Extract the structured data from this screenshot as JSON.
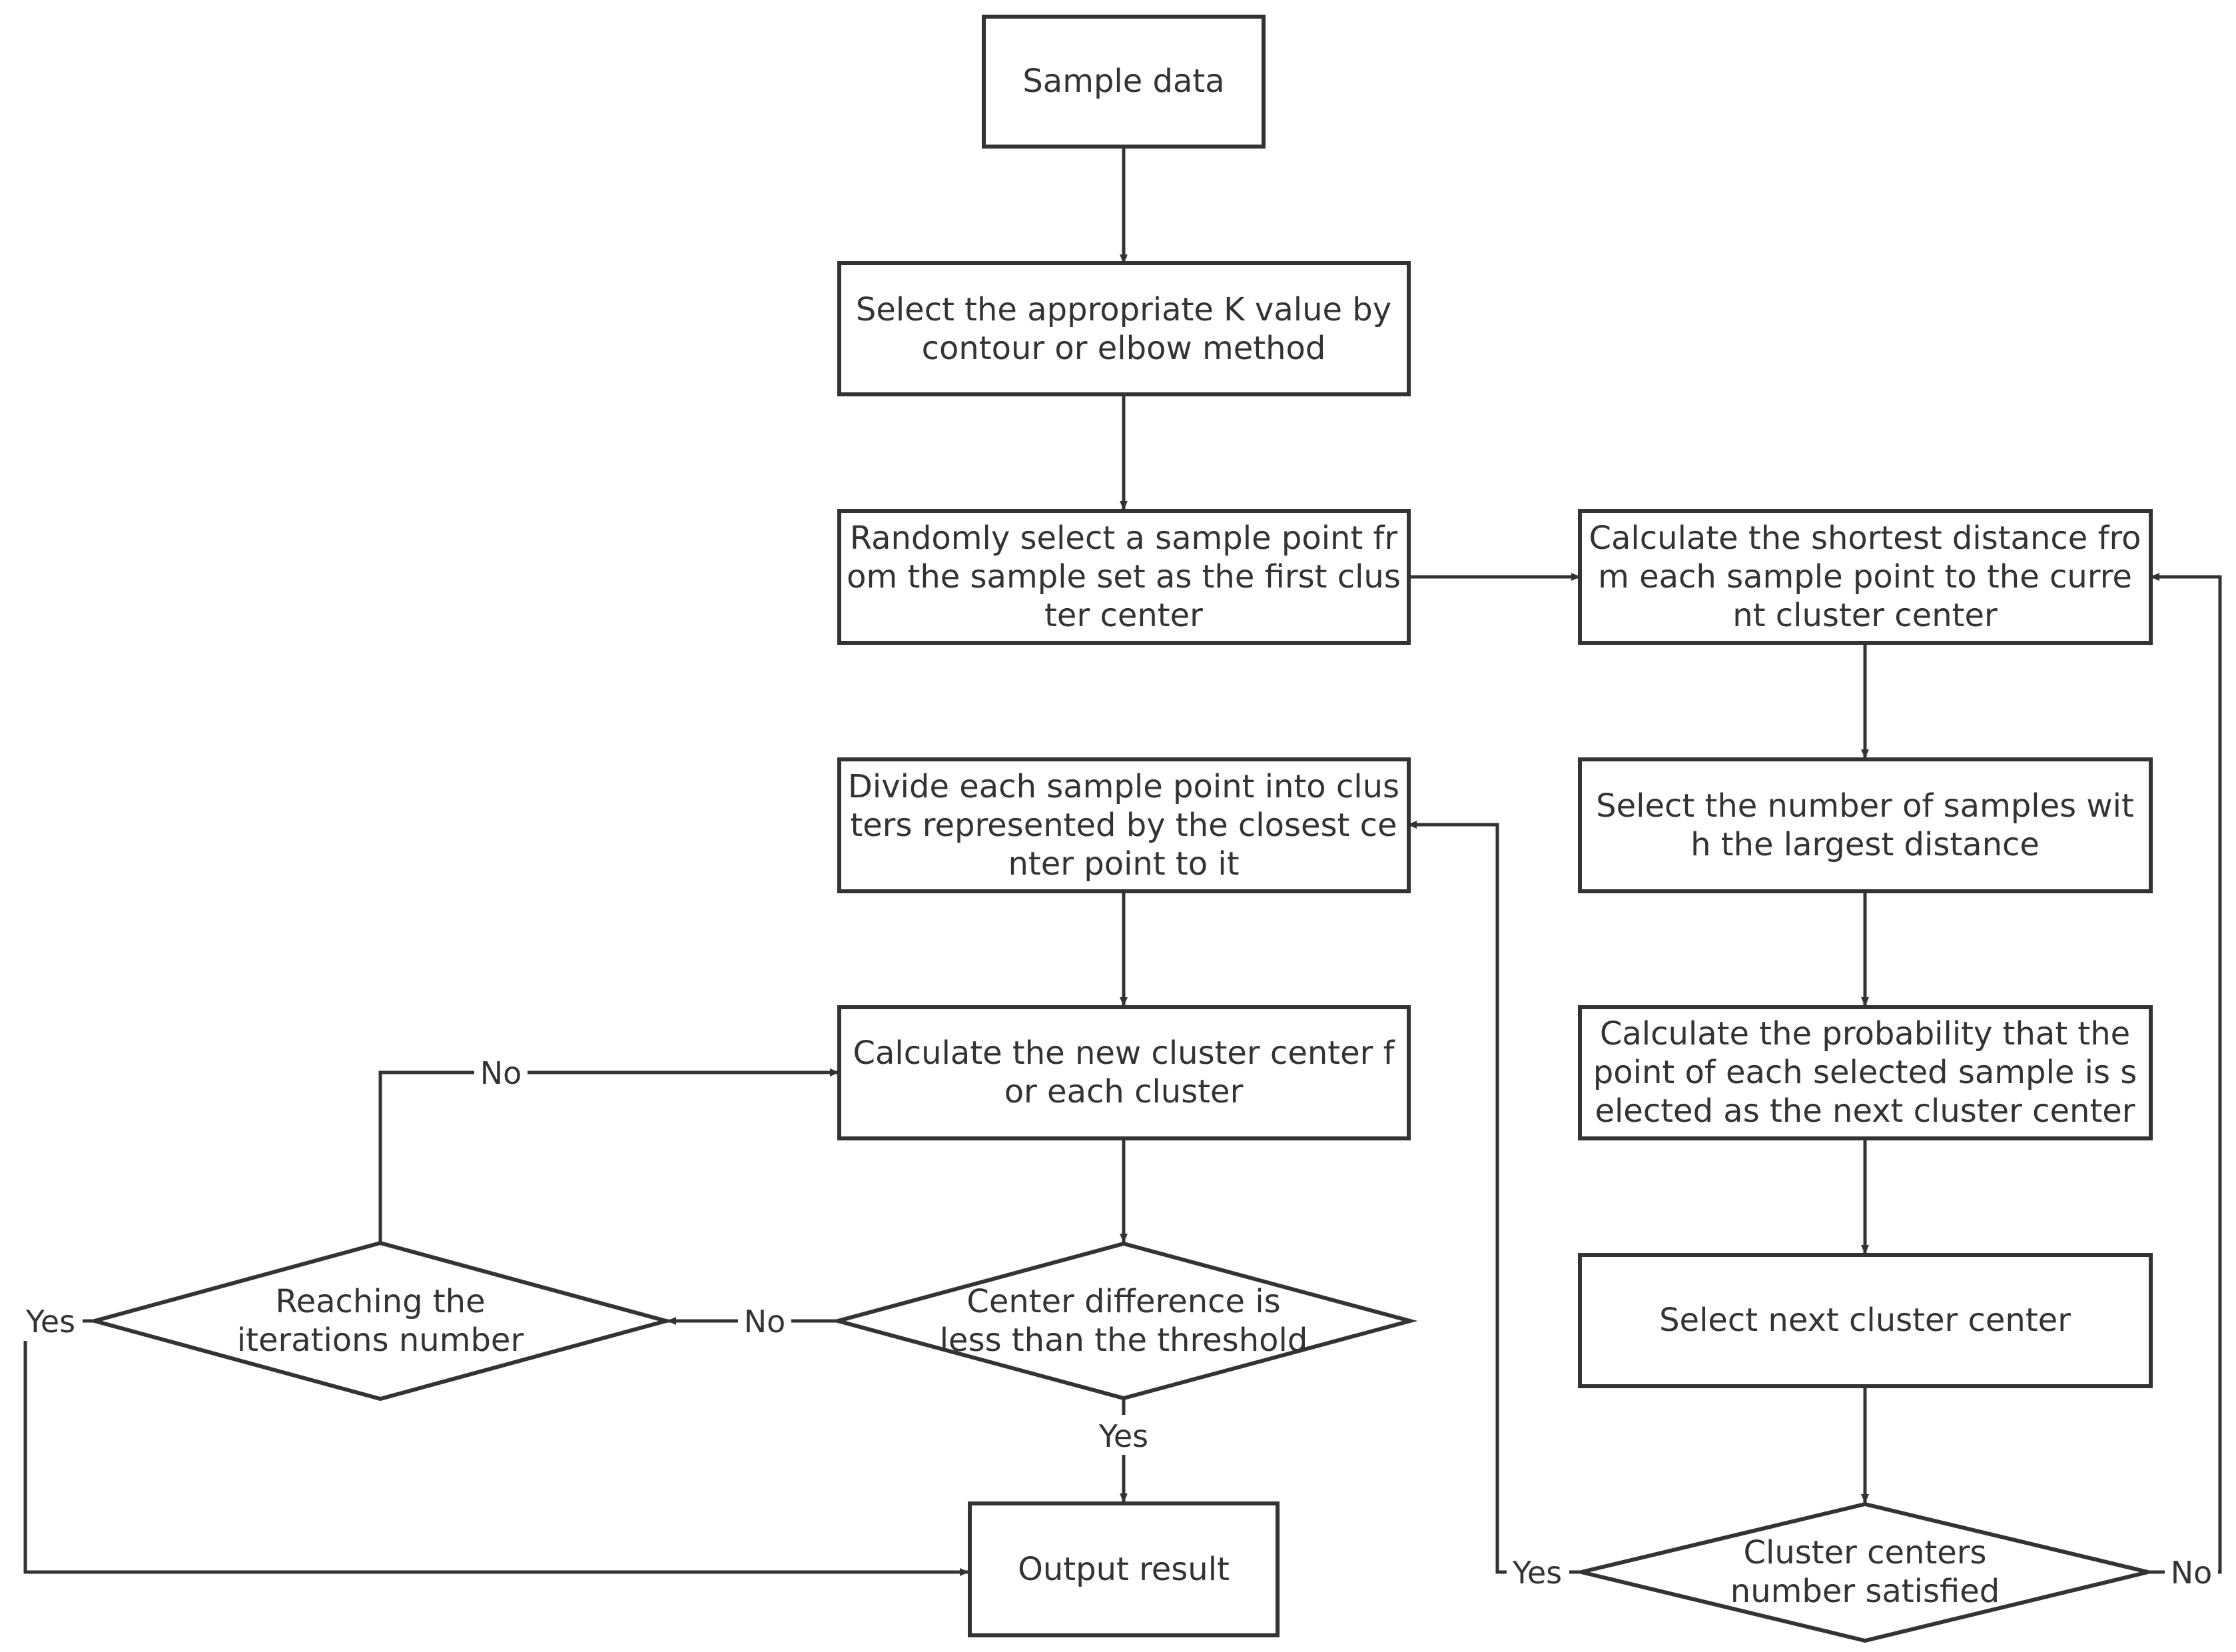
{
  "nodes": {
    "sample_data": {
      "lines": [
        "Sample data"
      ]
    },
    "select_k": {
      "lines": [
        "Select the appropriate K value by",
        "contour or elbow method"
      ]
    },
    "random_select": {
      "lines": [
        "Randomly select a sample point fr",
        "om the sample set as the first clus",
        "ter center"
      ]
    },
    "calc_shortest": {
      "lines": [
        "Calculate the shortest distance fro",
        "m each sample point to the curre",
        "nt cluster center"
      ]
    },
    "select_number": {
      "lines": [
        "Select the number of samples wit",
        "h the largest distance"
      ]
    },
    "calc_probability": {
      "lines": [
        "Calculate the probability that the",
        "point of each selected sample is s",
        "elected as the next cluster center"
      ]
    },
    "select_next": {
      "lines": [
        "Select next cluster center"
      ]
    },
    "centers_satisfied": {
      "lines": [
        "Cluster centers",
        "number satisfied"
      ]
    },
    "divide": {
      "lines": [
        "Divide each sample point into clus",
        "ters represented by the closest ce",
        "nter point to it"
      ]
    },
    "calc_new": {
      "lines": [
        "Calculate the new cluster center f",
        "or each cluster"
      ]
    },
    "center_diff": {
      "lines": [
        "Center difference is",
        "less than the threshold"
      ]
    },
    "reaching": {
      "lines": [
        "Reaching the",
        "iterations number"
      ]
    },
    "output": {
      "lines": [
        "Output result"
      ]
    }
  },
  "edge_labels": {
    "iter_no": "No",
    "diff_no": "No",
    "diff_yes": "Yes",
    "reach_yes": "Yes",
    "sat_yes": "Yes",
    "sat_no": "No"
  },
  "colors": {
    "stroke": "#333333",
    "text": "#333333",
    "background": "#ffffff"
  }
}
